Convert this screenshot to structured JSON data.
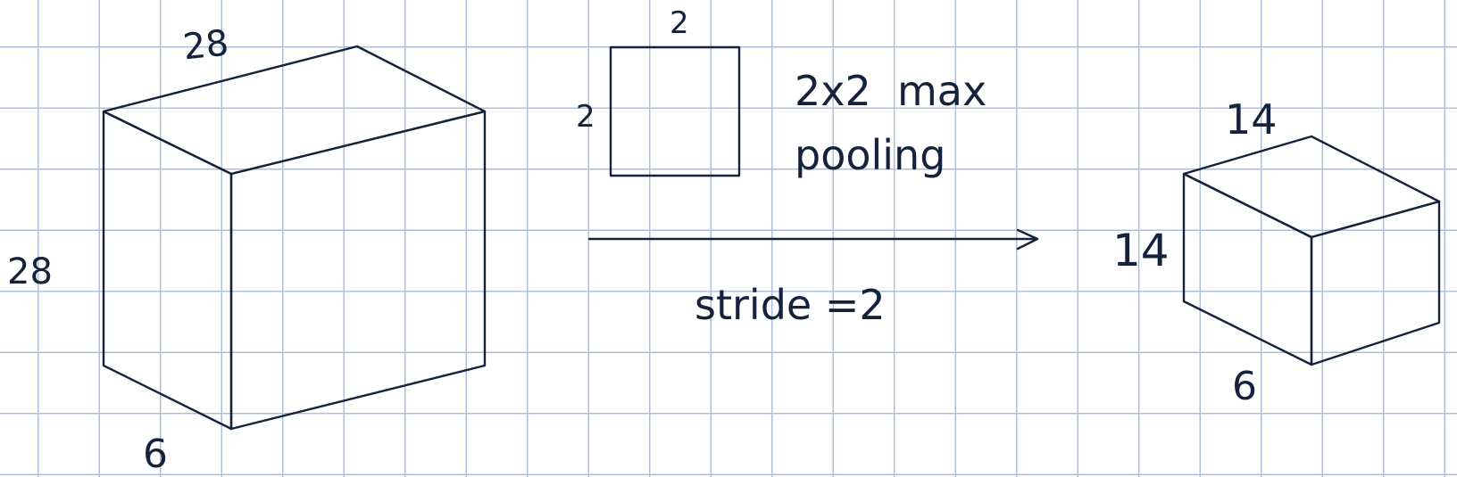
{
  "colors": {
    "ink": "#14233b",
    "grid": "#aebfdc",
    "background": "#ffffff"
  },
  "input_volume": {
    "width_label": "28",
    "height_label": "28",
    "depth_label": "6"
  },
  "kernel": {
    "width_label": "2",
    "height_label": "2"
  },
  "operation": {
    "line1": "2x2  max",
    "line2": "pooling",
    "stride_label": "stride =2"
  },
  "output_volume": {
    "width_label": "14",
    "height_label": "14",
    "depth_label": "6"
  }
}
